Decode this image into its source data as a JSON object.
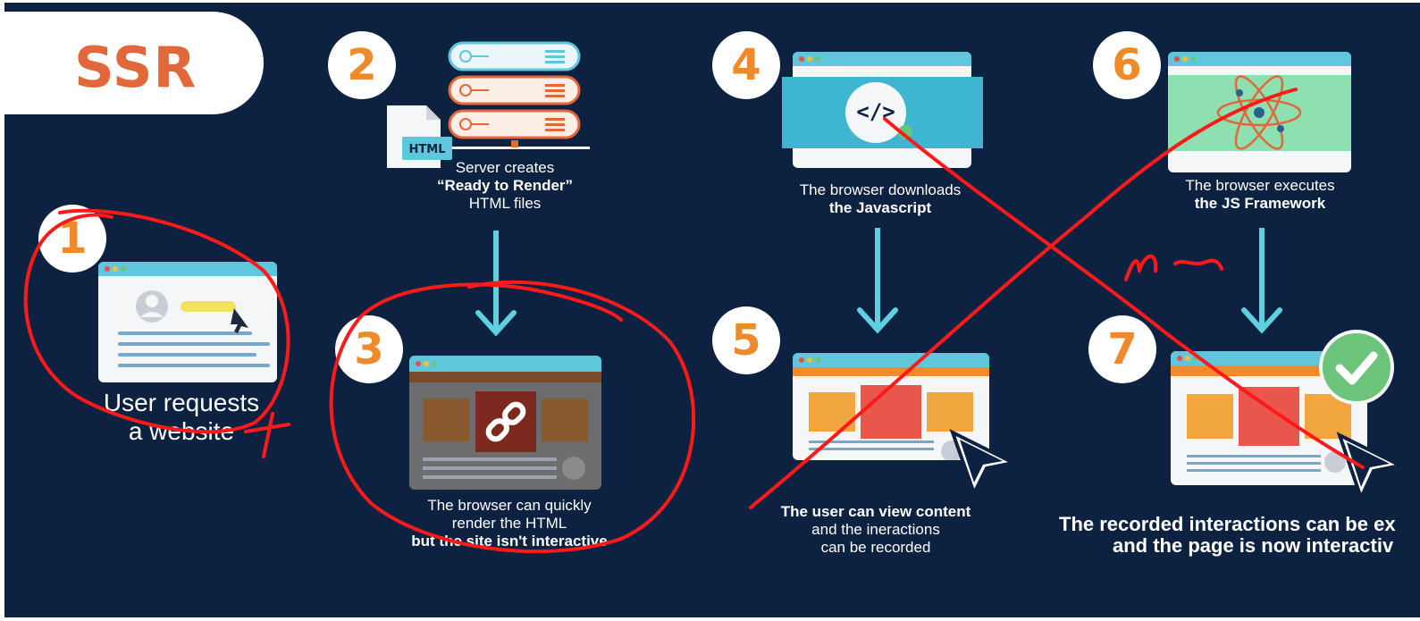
{
  "title": "SSR",
  "steps": [
    {
      "number": "1",
      "lines": [
        "User requests",
        "a website"
      ]
    },
    {
      "number": "2",
      "lines": [
        "Server creates",
        "“Ready to Render”",
        "HTML files"
      ],
      "file_label": "HTML"
    },
    {
      "number": "3",
      "lines": [
        "The browser can quickly",
        "render the HTML",
        "but the site isn't interactive"
      ]
    },
    {
      "number": "4",
      "lines": [
        "The browser downloads",
        "the Javascript"
      ],
      "code_symbol": "</>"
    },
    {
      "number": "5",
      "lines": [
        "The user can view content",
        "and the ineractions",
        "can be recorded"
      ]
    },
    {
      "number": "6",
      "lines": [
        "The browser executes",
        "the JS Framework"
      ]
    },
    {
      "number": "7",
      "lines": [
        "The recorded interactions can be ex",
        "and the page is now interactiv"
      ]
    }
  ],
  "annotation": {
    "handwriting": "n-",
    "ink_color": "#ff1a1a"
  },
  "colors": {
    "background": "#0c2240",
    "accent_orange": "#ef8a2c",
    "title_orange": "#e0683a",
    "arrow_cyan": "#5fd0e0",
    "check_green": "#6cc47a"
  }
}
